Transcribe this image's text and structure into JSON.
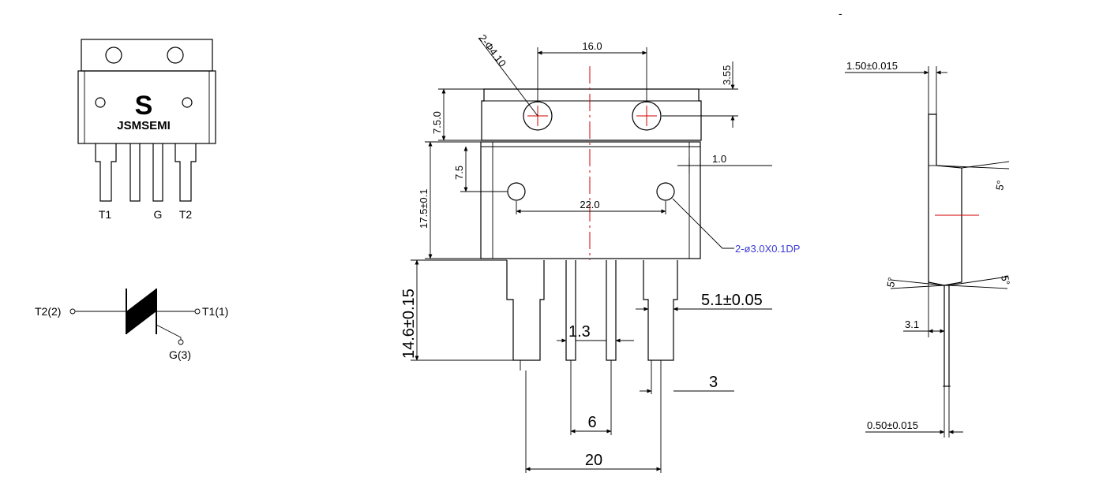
{
  "package_view": {
    "brand": "JSMSEMI",
    "logo_letter": "S",
    "pins": [
      "T1",
      "G",
      "T2"
    ]
  },
  "symbol": {
    "t2_label": "T2(2)",
    "t1_label": "T1(1)",
    "g_label": "G(3)"
  },
  "front_view": {
    "hole_note": "2-Φ4.10",
    "top_hole_spacing": "16.0",
    "hole_offset": "3.55",
    "tab_height": "7.5.0",
    "mount_hole_offset": "7.5",
    "body_height": "17.5±0.1",
    "edge_dim": "1.0",
    "mount_hole_spacing": "22.0",
    "mount_hole_note": "2-ø3.0X0.1DP",
    "lead_length": "14.6±0.15",
    "lead_width": "5.1±0.05",
    "thin_lead_width": "1.3",
    "lead_tip_width": "3",
    "pitch": "6",
    "outer_pitch": "20"
  },
  "side_view": {
    "dash": "-",
    "tab_thickness": "1.50±0.015",
    "draft_angle_top": "5°",
    "draft_angle_left": "5°",
    "draft_angle_right": "5°",
    "lead_offset": "3.1",
    "lead_thickness": "0.50±0.015"
  }
}
